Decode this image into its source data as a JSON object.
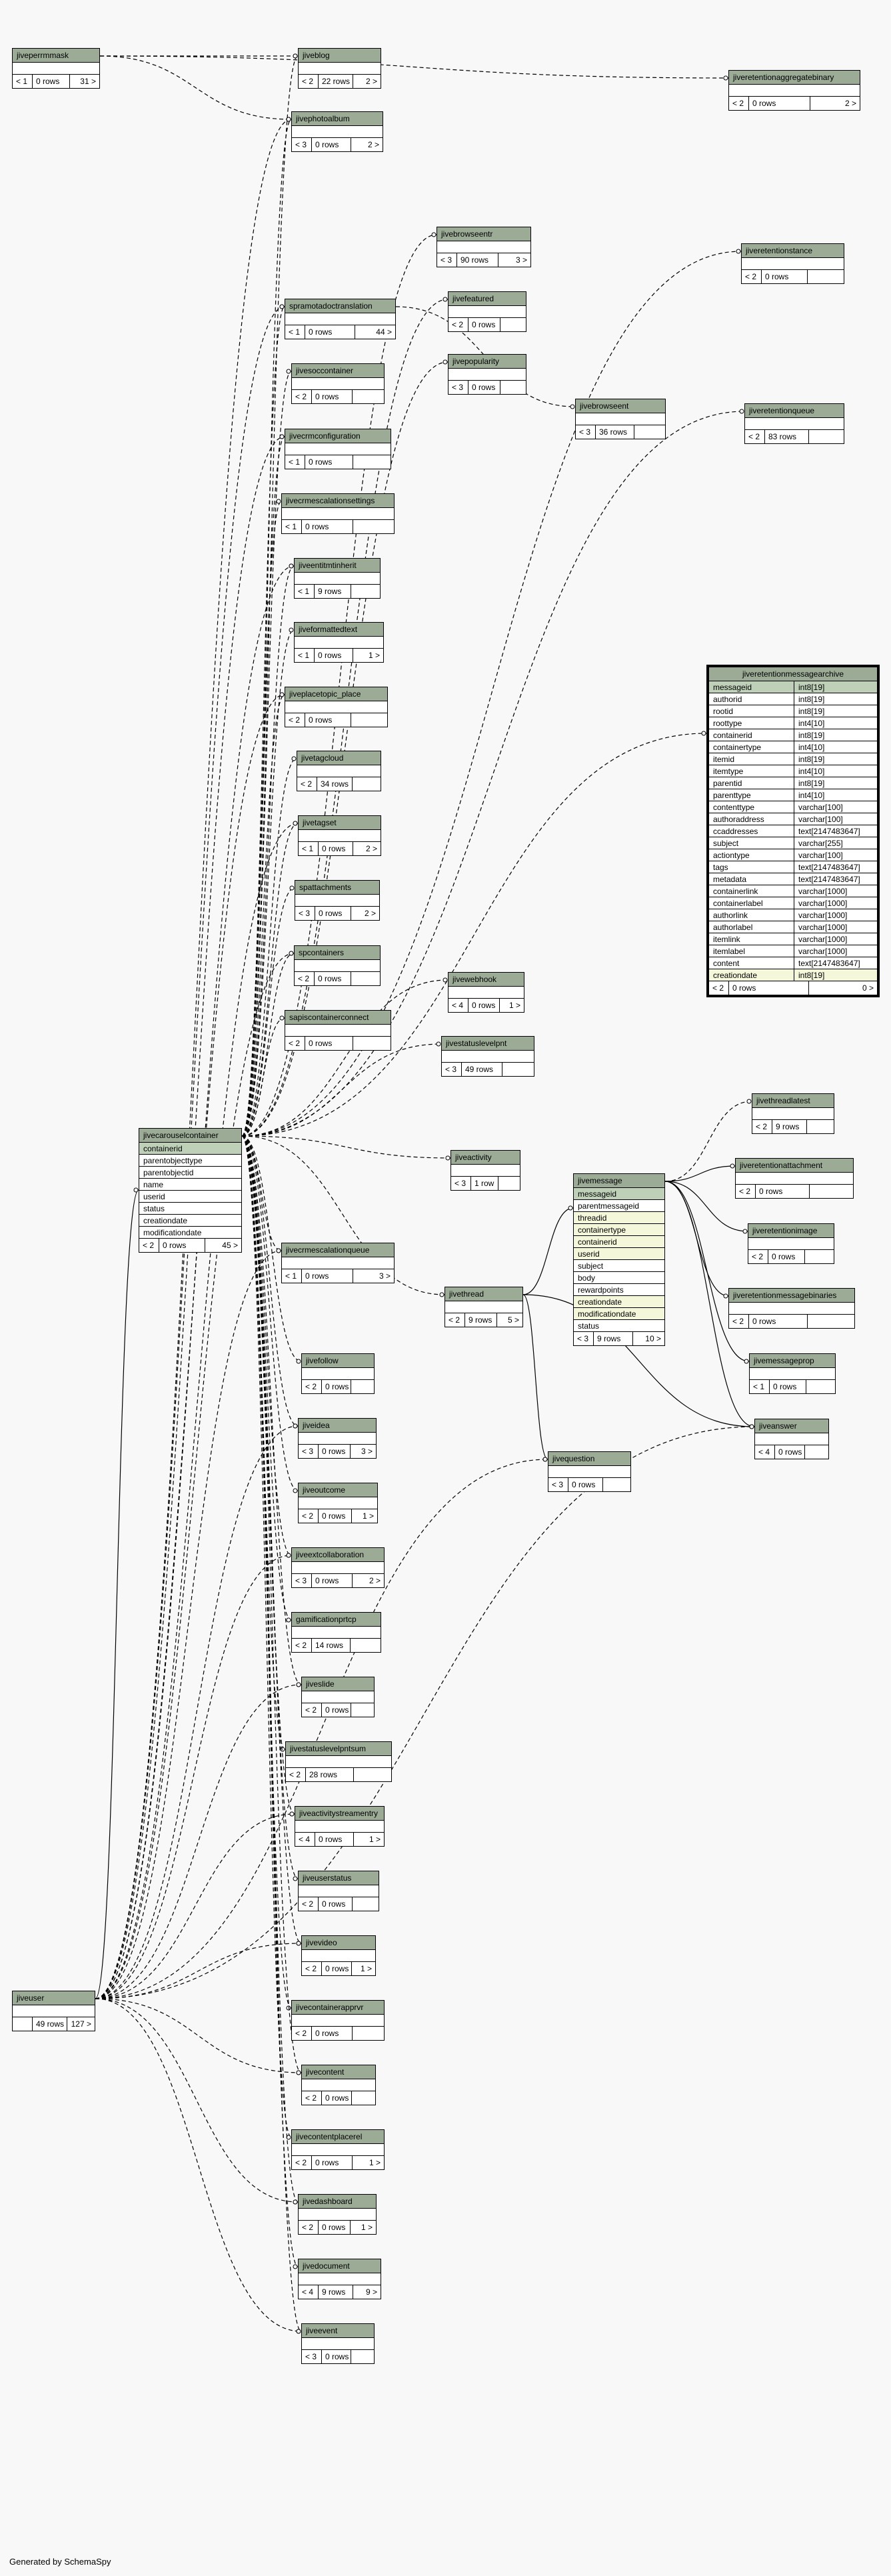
{
  "credit": "Generated by SchemaSpy",
  "tables": [
    {
      "name": "jiveperrmmask",
      "cols": [],
      "foot": [
        "< 1",
        "0 rows",
        "31 >"
      ]
    },
    {
      "name": "jiveblog",
      "cols": [],
      "foot": [
        "< 2",
        "22 rows",
        "2 >"
      ]
    },
    {
      "name": "jivephotoalbum",
      "cols": [],
      "foot": [
        "< 3",
        "0 rows",
        "2 >"
      ]
    },
    {
      "name": "jiveretentionaggregatebinary",
      "cols": [],
      "foot": [
        "< 2",
        "0 rows",
        "2 >"
      ]
    },
    {
      "name": "jivebrowseentr",
      "cols": [],
      "foot": [
        "< 3",
        "90 rows",
        "3 >"
      ]
    },
    {
      "name": "jiveretentionstance",
      "cols": [],
      "foot": [
        "< 2",
        "0 rows",
        ""
      ]
    },
    {
      "name": "spramotadoctranslation",
      "cols": [],
      "foot": [
        "< 1",
        "0 rows",
        "44 >"
      ]
    },
    {
      "name": "jivefeatured",
      "cols": [],
      "foot": [
        "< 2",
        "0 rows",
        ""
      ]
    },
    {
      "name": "jivesoccontainer",
      "cols": [],
      "foot": [
        "< 2",
        "0 rows",
        ""
      ]
    },
    {
      "name": "jivepopularity",
      "cols": [],
      "foot": [
        "< 3",
        "0 rows",
        ""
      ]
    },
    {
      "name": "jivebrowseent",
      "cols": [],
      "foot": [
        "< 3",
        "36 rows",
        ""
      ]
    },
    {
      "name": "jiveretentionqueue",
      "cols": [],
      "foot": [
        "< 2",
        "83 rows",
        ""
      ]
    },
    {
      "name": "jivecrmconfiguration",
      "cols": [],
      "foot": [
        "< 1",
        "0 rows",
        ""
      ]
    },
    {
      "name": "jivecrmescalationsettings",
      "cols": [],
      "foot": [
        "< 1",
        "0 rows",
        ""
      ]
    },
    {
      "name": "jiveentitmtinherit",
      "cols": [],
      "foot": [
        "< 1",
        "9 rows",
        ""
      ]
    },
    {
      "name": "jiveformattedtext",
      "cols": [],
      "foot": [
        "< 1",
        "0 rows",
        "1 >"
      ]
    },
    {
      "name": "jiveplacetopic_place",
      "cols": [],
      "foot": [
        "< 2",
        "0 rows",
        ""
      ]
    },
    {
      "name": "jivetagcloud",
      "cols": [],
      "foot": [
        "< 2",
        "34 rows",
        ""
      ]
    },
    {
      "name": "jivetagset",
      "cols": [],
      "foot": [
        "< 1",
        "0 rows",
        "2 >"
      ]
    },
    {
      "name": "spattachments",
      "cols": [],
      "foot": [
        "< 3",
        "0 rows",
        "2 >"
      ]
    },
    {
      "name": "spcontainers",
      "cols": [],
      "foot": [
        "< 2",
        "0 rows",
        ""
      ]
    },
    {
      "name": "sapiscontainerconnect",
      "cols": [],
      "foot": [
        "< 2",
        "0 rows",
        ""
      ]
    },
    {
      "name": "jivewebhook",
      "cols": [],
      "foot": [
        "< 4",
        "0 rows",
        "1 >"
      ]
    },
    {
      "name": "jivestatuslevelpnt",
      "cols": [],
      "foot": [
        "< 3",
        "49 rows",
        ""
      ]
    },
    {
      "name": "jivecarouselcontainer",
      "cols": [
        "containerid",
        "parentobjecttype",
        "parentobjectid",
        "name",
        "userid",
        "status",
        "creationdate",
        "modificationdate"
      ],
      "foot": [
        "< 2",
        "0 rows",
        "45 >"
      ]
    },
    {
      "name": "jiveactivity",
      "cols": [],
      "foot": [
        "< 3",
        "1 row",
        ""
      ]
    },
    {
      "name": "jivecrmescalationqueue",
      "cols": [],
      "foot": [
        "< 1",
        "0 rows",
        "3 >"
      ]
    },
    {
      "name": "jivethread",
      "cols": [],
      "foot": [
        "< 2",
        "9 rows",
        "5 >"
      ]
    },
    {
      "name": "jivefollow",
      "cols": [],
      "foot": [
        "< 2",
        "0 rows",
        ""
      ]
    },
    {
      "name": "jiveidea",
      "cols": [],
      "foot": [
        "< 3",
        "0 rows",
        "3 >"
      ]
    },
    {
      "name": "jiveoutcome",
      "cols": [],
      "foot": [
        "< 2",
        "0 rows",
        "1 >"
      ]
    },
    {
      "name": "jiveextcollaboration",
      "cols": [],
      "foot": [
        "< 3",
        "0 rows",
        "2 >"
      ]
    },
    {
      "name": "gamificationprtcp",
      "cols": [],
      "foot": [
        "< 2",
        "14 rows",
        ""
      ]
    },
    {
      "name": "jiveslide",
      "cols": [],
      "foot": [
        "< 2",
        "0 rows",
        ""
      ]
    },
    {
      "name": "jivestatuslevelpntsum",
      "cols": [],
      "foot": [
        "< 2",
        "28 rows",
        ""
      ]
    },
    {
      "name": "jiveactivitystreamentry",
      "cols": [],
      "foot": [
        "< 4",
        "0 rows",
        "1 >"
      ]
    },
    {
      "name": "jiveuserstatus",
      "cols": [],
      "foot": [
        "< 2",
        "0 rows",
        ""
      ]
    },
    {
      "name": "jivevideo",
      "cols": [],
      "foot": [
        "< 2",
        "0 rows",
        "1 >"
      ]
    },
    {
      "name": "jivecontainerapprvr",
      "cols": [],
      "foot": [
        "< 2",
        "0 rows",
        ""
      ]
    },
    {
      "name": "jivecontent",
      "cols": [],
      "foot": [
        "< 2",
        "0 rows",
        ""
      ]
    },
    {
      "name": "jivecontentplacerel",
      "cols": [],
      "foot": [
        "< 2",
        "0 rows",
        "1 >"
      ]
    },
    {
      "name": "jivedashboard",
      "cols": [],
      "foot": [
        "< 2",
        "0 rows",
        "1 >"
      ]
    },
    {
      "name": "jivedocument",
      "cols": [],
      "foot": [
        "< 4",
        "9 rows",
        "9 >"
      ]
    },
    {
      "name": "jiveevent",
      "cols": [],
      "foot": [
        "< 3",
        "0 rows",
        ""
      ]
    },
    {
      "name": "jiveuser",
      "cols": [],
      "foot": [
        "",
        "49 rows",
        "127 >"
      ]
    },
    {
      "name": "jivemessage",
      "cols": [
        "messageid",
        "parentmessageid",
        "threadid",
        "containertype",
        "containerid",
        "userid",
        "subject",
        "body",
        "rewardpoints",
        "creationdate",
        "modificationdate",
        "status"
      ],
      "foot": [
        "< 3",
        "9 rows",
        "10 >"
      ]
    },
    {
      "name": "jivethreadlatest",
      "cols": [],
      "foot": [
        "< 2",
        "9 rows",
        ""
      ]
    },
    {
      "name": "jiveretentionattachment",
      "cols": [],
      "foot": [
        "< 2",
        "0 rows",
        ""
      ]
    },
    {
      "name": "jiveretentionimage",
      "cols": [],
      "foot": [
        "< 2",
        "0 rows",
        ""
      ]
    },
    {
      "name": "jiveretentionmessagebinaries",
      "cols": [],
      "foot": [
        "< 2",
        "0 rows",
        ""
      ]
    },
    {
      "name": "jivemessageprop",
      "cols": [],
      "foot": [
        "< 1",
        "0 rows",
        ""
      ]
    },
    {
      "name": "jiveanswer",
      "cols": [],
      "foot": [
        "< 4",
        "0 rows",
        ""
      ]
    },
    {
      "name": "jivequestion",
      "cols": [],
      "foot": [
        "< 3",
        "0 rows",
        ""
      ]
    }
  ],
  "archive": {
    "name": "jiveretentionmessagearchive",
    "rows": [
      [
        "messageid",
        "int8[19]"
      ],
      [
        "authorid",
        "int8[19]"
      ],
      [
        "rootid",
        "int8[19]"
      ],
      [
        "roottype",
        "int4[10]"
      ],
      [
        "containerid",
        "int8[19]"
      ],
      [
        "containertype",
        "int4[10]"
      ],
      [
        "itemid",
        "int8[19]"
      ],
      [
        "itemtype",
        "int4[10]"
      ],
      [
        "parentid",
        "int8[19]"
      ],
      [
        "parenttype",
        "int4[10]"
      ],
      [
        "contenttype",
        "varchar[100]"
      ],
      [
        "authoraddress",
        "varchar[100]"
      ],
      [
        "ccaddresses",
        "text[2147483647]"
      ],
      [
        "subject",
        "varchar[255]"
      ],
      [
        "actiontype",
        "varchar[100]"
      ],
      [
        "tags",
        "text[2147483647]"
      ],
      [
        "metadata",
        "text[2147483647]"
      ],
      [
        "containerlink",
        "varchar[1000]"
      ],
      [
        "containerlabel",
        "varchar[1000]"
      ],
      [
        "authorlink",
        "varchar[1000]"
      ],
      [
        "authorlabel",
        "varchar[1000]"
      ],
      [
        "itemlink",
        "varchar[1000]"
      ],
      [
        "itemlabel",
        "varchar[1000]"
      ],
      [
        "content",
        "text[2147483647]"
      ],
      [
        "creationdate",
        "int8[19]"
      ]
    ],
    "foot": [
      "< 2",
      "0 rows",
      "0 >"
    ]
  }
}
